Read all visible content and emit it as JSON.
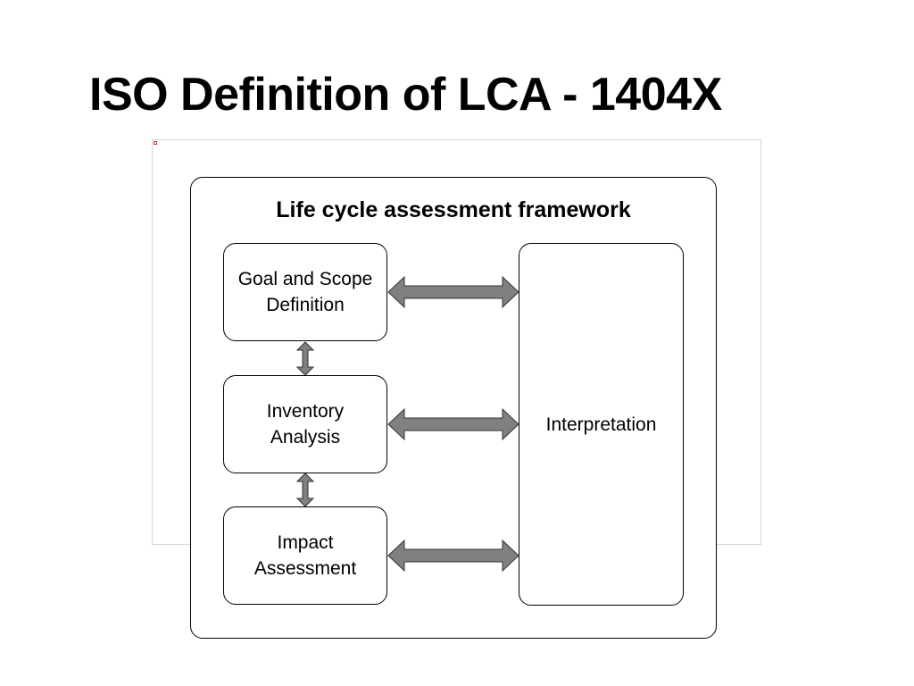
{
  "slide": {
    "title": "ISO Definition of LCA - 1404X"
  },
  "diagram": {
    "title": "Life cycle assessment framework",
    "stages": [
      {
        "label": "Goal and Scope Definition"
      },
      {
        "label": "Inventory Analysis"
      },
      {
        "label": "Impact Assessment"
      }
    ],
    "interpretation": {
      "label": "Interpretation"
    },
    "colors": {
      "arrow_fill": "#808080",
      "arrow_stroke": "#333333",
      "box_border": "#000000",
      "frame_border": "#d6d6d6"
    }
  }
}
